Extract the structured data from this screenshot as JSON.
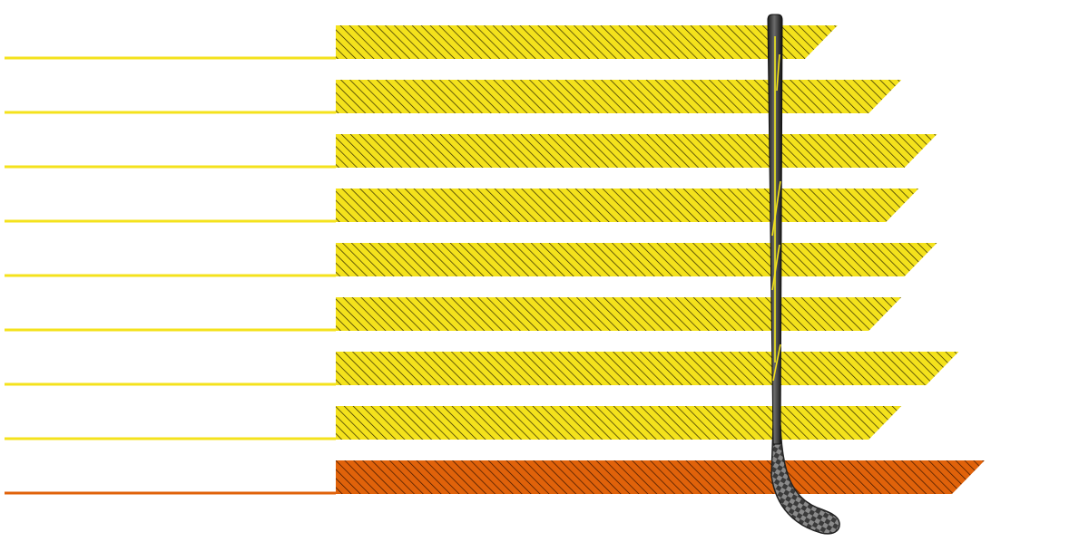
{
  "chart_data": {
    "type": "bar",
    "orientation": "horizontal",
    "categories": [
      "",
      "",
      "",
      "",
      "",
      "",
      "",
      "",
      ""
    ],
    "values": [
      46.4,
      52.3,
      55.6,
      53.9,
      55.6,
      52.3,
      57.6,
      52.3,
      60.0
    ],
    "title": "",
    "xlabel": "",
    "ylabel": "",
    "xlim": [
      0,
      60
    ],
    "grid": false,
    "legend": "none",
    "bar_style": "diagonal-hatch",
    "highlight_index": 8,
    "colors": {
      "bar": "#f4e21c",
      "bar_highlight": "#e0620a",
      "hatch": "#2a2400",
      "leader": "#f4e21c",
      "leader_highlight": "#e0620a"
    },
    "decoration": "hockey-stick-icon"
  }
}
